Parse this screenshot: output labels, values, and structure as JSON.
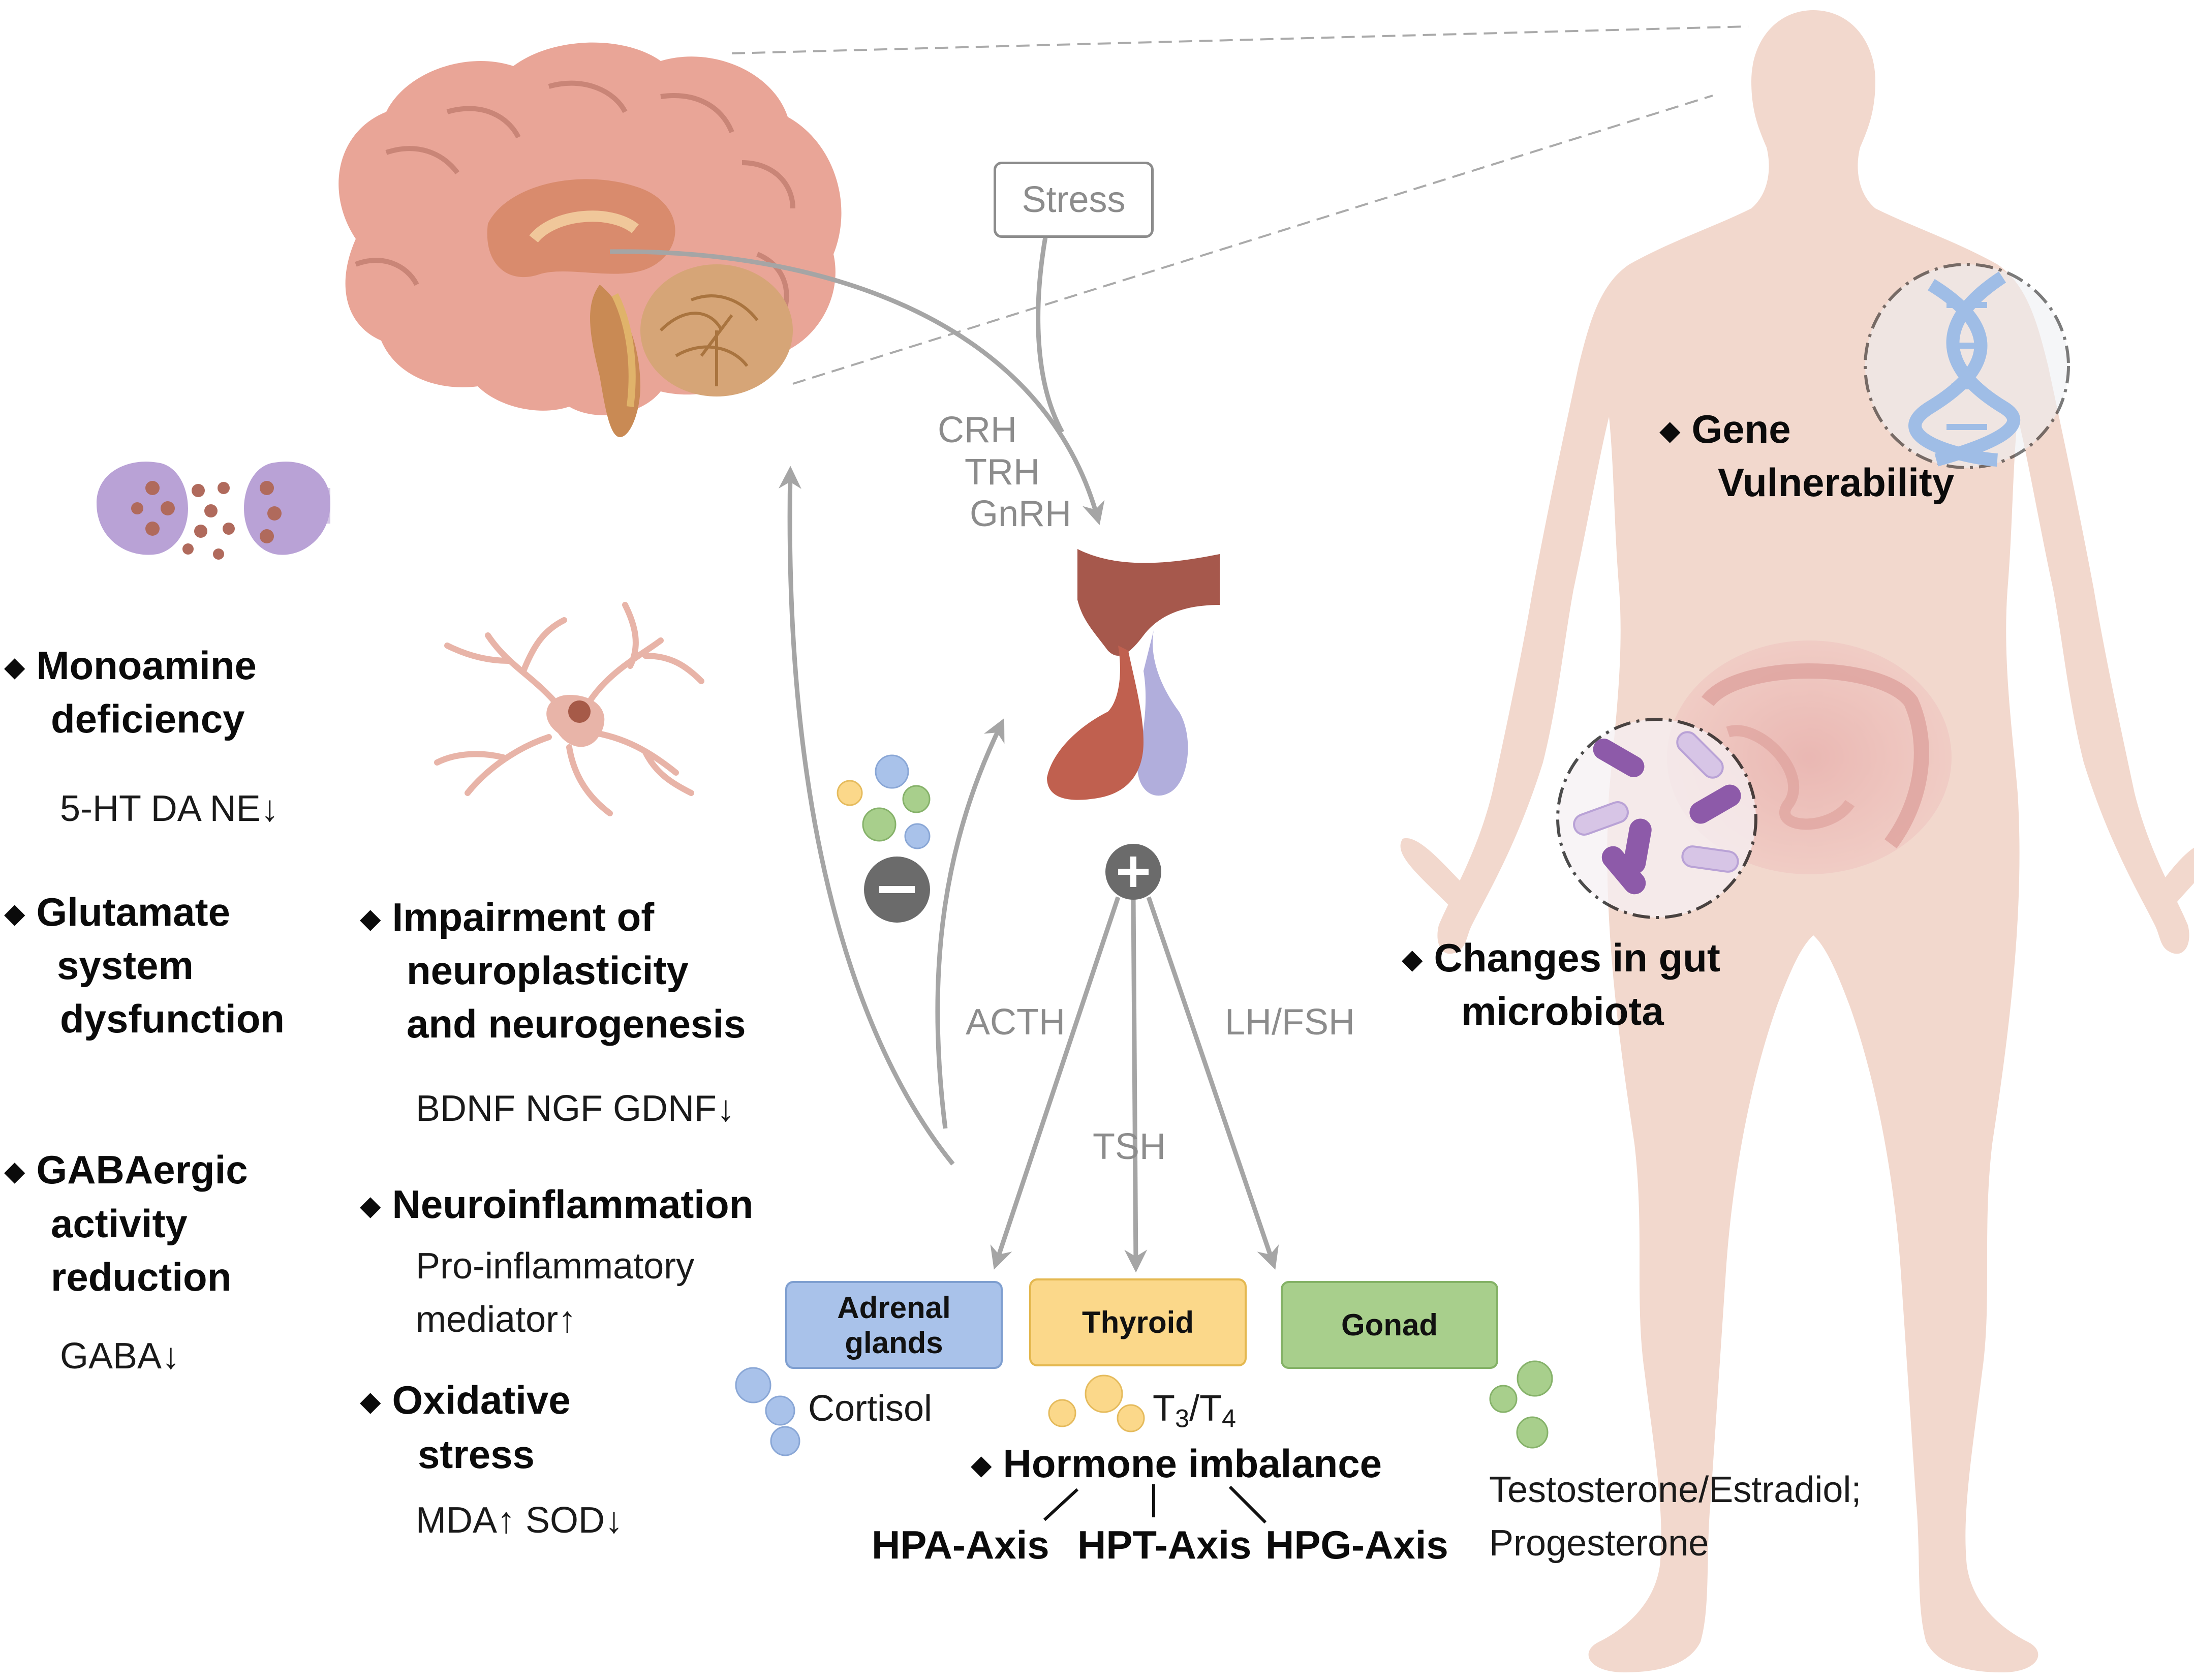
{
  "stress": "Stress",
  "releasing_hormones": [
    "CRH",
    "TRH",
    "GnRH"
  ],
  "pituitary_hormones": {
    "acth": "ACTH",
    "tsh": "TSH",
    "lhfsh": "LH/FSH"
  },
  "glands": {
    "adrenal": {
      "line1": "Adrenal",
      "line2": "glands",
      "color": "#a9c2ea"
    },
    "thyroid": {
      "label": "Thyroid",
      "color": "#fbd88a"
    },
    "gonad": {
      "label": "Gonad",
      "color": "#a8cf8c"
    }
  },
  "gland_products": {
    "cortisol": "Cortisol",
    "t3": "T",
    "t3_sub": "3",
    "slash": "/",
    "t4": "T",
    "t4_sub": "4",
    "gonad_line1": "Testosterone/Estradiol;",
    "gonad_line2": "Progesterone"
  },
  "hormone_imbalance": {
    "title": "Hormone imbalance",
    "axes": [
      "HPA-Axis",
      "HPT-Axis",
      "HPG-Axis"
    ]
  },
  "left_col": {
    "monoamine": {
      "line1": "Monoamine",
      "line2": "deficiency",
      "detail": "5-HT DA NE↓"
    },
    "glutamate": {
      "line1": "Glutamate",
      "line2": "system",
      "line3": "dysfunction"
    },
    "gaba": {
      "line1": "GABAergic",
      "line2": "activity",
      "line3": "reduction",
      "detail": "GABA↓"
    }
  },
  "mid_col": {
    "neuroplasticity": {
      "line1": "Impairment of",
      "line2": "neuroplasticity",
      "line3": "and neurogenesis",
      "detail": "BDNF NGF GDNF↓"
    },
    "neuroinflammation": {
      "title": "Neuroinflammation",
      "detail1": "Pro-inflammatory",
      "detail2": "mediator↑"
    },
    "oxidative": {
      "line1": "Oxidative",
      "line2": "stress",
      "detail": "MDA↑ SOD↓"
    }
  },
  "right_col": {
    "gene": {
      "line1": "Gene",
      "line2": "Vulnerability"
    },
    "gut": {
      "line1": "Changes in gut",
      "line2": "microbiota"
    }
  },
  "colors": {
    "brain": "#e9a597",
    "body": "#f2d8cd",
    "arrow": "#a5a5a5",
    "dna": "#9fbde6",
    "bacteria": "#8d5aa9",
    "neuron": "#e8b4a8",
    "synapse": "#b9a2d6"
  }
}
